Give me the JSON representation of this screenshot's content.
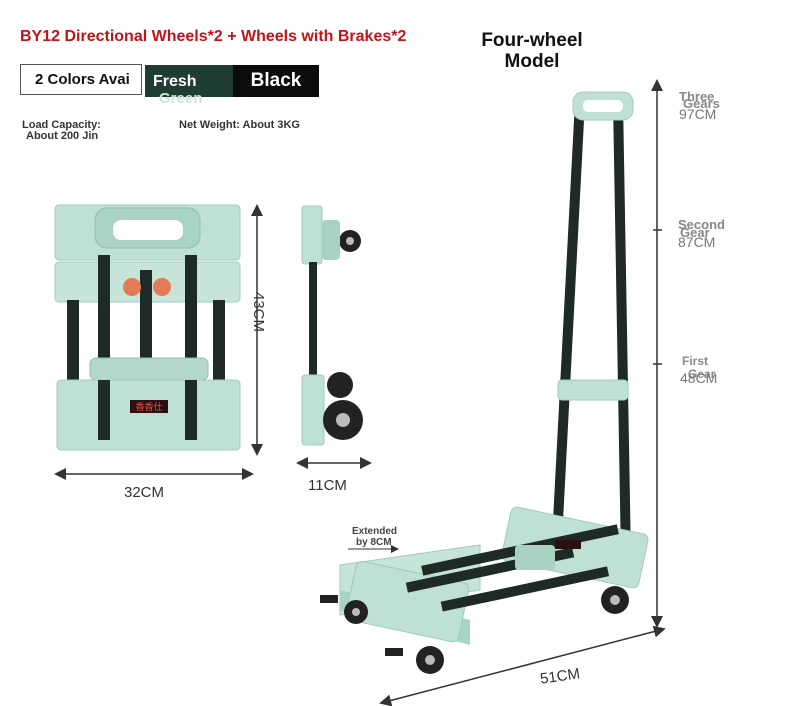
{
  "header": {
    "title": "BY12 Directional Wheels*2 + Wheels with Brakes*2",
    "model_line1": "Four-wheel",
    "model_line2": "Model"
  },
  "colors": {
    "label": "2 Colors Avai",
    "option_green_line1": "Fresh",
    "option_green_line2": "Green",
    "option_black": "Black"
  },
  "specs": {
    "load_capacity_label": "Load Capacity:",
    "load_capacity_value": "About 200 Jin",
    "net_weight": "Net Weight: About 3KG"
  },
  "dimensions": {
    "folded_height": "43CM",
    "folded_width": "32CM",
    "folded_depth": "11CM",
    "base_length": "51CM",
    "extended_line1": "Extended",
    "extended_line2": "by 8CM"
  },
  "gears": [
    {
      "line1": "Three",
      "line2": "Gears",
      "height": "97CM"
    },
    {
      "line1": "Second",
      "line2": "Gear",
      "height": "87CM"
    },
    {
      "line1": "First",
      "line2": "Gear",
      "height": "48CM"
    }
  ],
  "brand_label": "香香仕",
  "palette": {
    "mint": "#bfe0d4",
    "mint_dark": "#9fcbbb",
    "tube": "#1d2a25",
    "accent_red": "#c0141b"
  }
}
